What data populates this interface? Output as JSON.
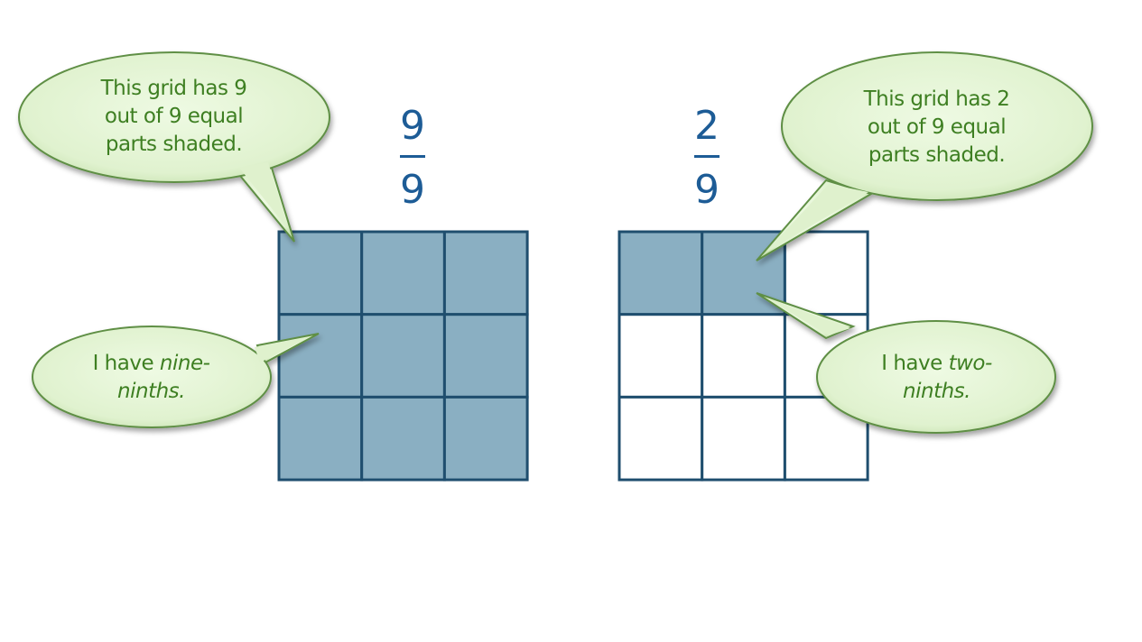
{
  "grids": [
    {
      "id": "left",
      "numerator": "9",
      "denominator": "9",
      "shaded": 9,
      "total": 9,
      "callout_top": "This grid has 9 out of 9 equal parts shaded.",
      "callout_top_lines": [
        "This grid has 9",
        "out of 9 equal",
        "parts shaded."
      ],
      "callout_bottom_prefix": "I have ",
      "callout_bottom_italic": "nine-",
      "callout_bottom_line2": "ninths."
    },
    {
      "id": "right",
      "numerator": "2",
      "denominator": "9",
      "shaded": 2,
      "total": 9,
      "callout_top_lines": [
        "This grid has 2",
        "out of 9 equal",
        "parts shaded."
      ],
      "callout_bottom_prefix": "I have ",
      "callout_bottom_italic": "two-",
      "callout_bottom_line2": "ninths."
    }
  ],
  "colors": {
    "shade": "#8aafc2",
    "grid_line": "#1f4e6e",
    "bubble_fill": "#e4f5d3",
    "bubble_stroke": "#5f8f45",
    "text": "#3e7f22",
    "fraction": "#1d5c96"
  }
}
